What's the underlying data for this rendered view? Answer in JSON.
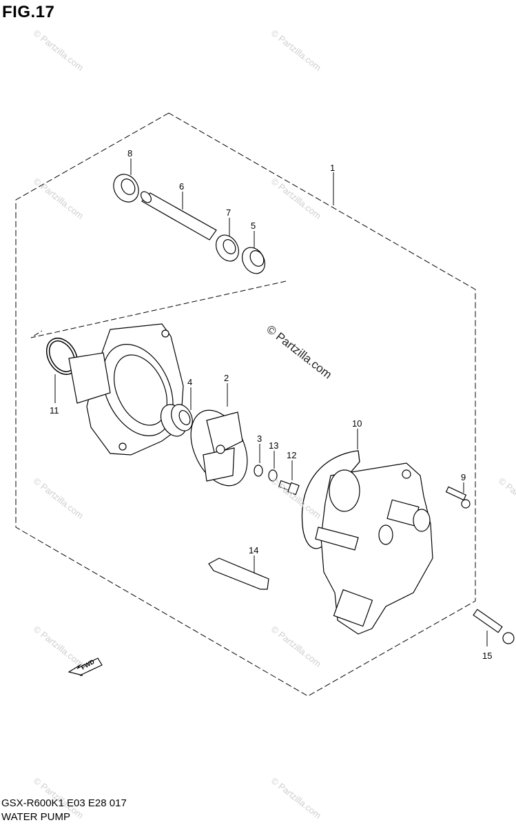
{
  "figure": {
    "title": "FIG.17",
    "model_line": "GSX-R600K1 E03 E28  017",
    "part_name": "WATER PUMP"
  },
  "watermark": {
    "text": "© Partzilla.com",
    "center_text": "© Partzilla.com"
  },
  "fwd_label": "FWD",
  "callouts": {
    "c1": "1",
    "c2": "2",
    "c3": "3",
    "c4": "4",
    "c5": "5",
    "c6": "6",
    "c7": "7",
    "c8": "8",
    "c9": "9",
    "c10": "10",
    "c11": "11",
    "c12": "12",
    "c13": "13",
    "c14": "14",
    "c15": "15"
  }
}
